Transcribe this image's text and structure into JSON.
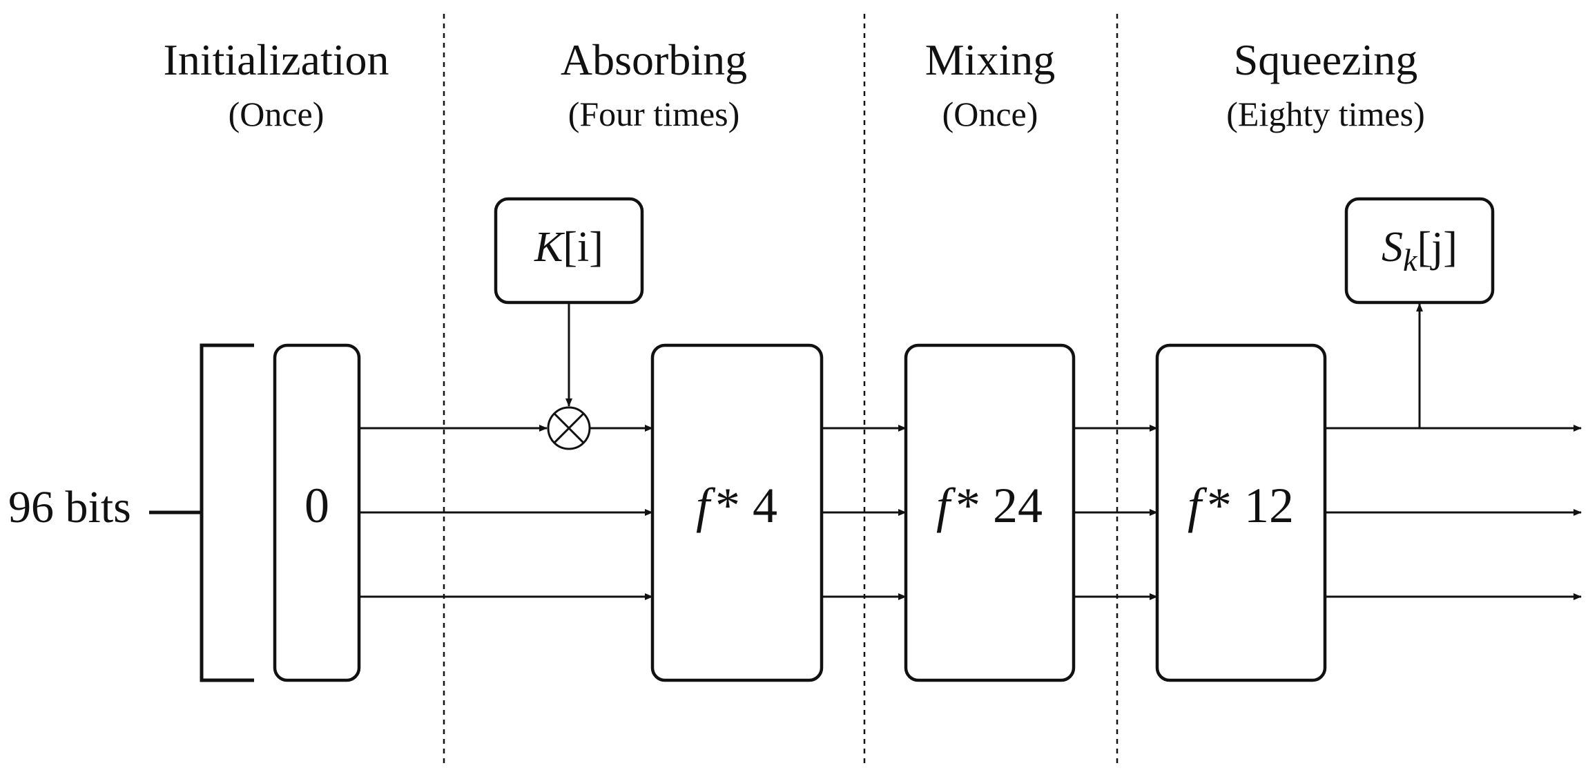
{
  "phases": [
    {
      "title": "Initialization",
      "subtitle": "(Once)"
    },
    {
      "title": "Absorbing",
      "subtitle": "(Four times)"
    },
    {
      "title": "Mixing",
      "subtitle": "(Once)"
    },
    {
      "title": "Squeezing",
      "subtitle": "(Eighty times)"
    }
  ],
  "input": {
    "label": "96 bits"
  },
  "state": {
    "label": "0"
  },
  "key": {
    "symbol": "K",
    "index": "[i]"
  },
  "output": {
    "symbol": "S",
    "subscript": "k",
    "index": "[j]"
  },
  "operator": {
    "symbol": "⊗"
  },
  "rounds": [
    {
      "func": "f",
      "mult": "* 4"
    },
    {
      "func": "f",
      "mult": "* 24"
    },
    {
      "func": "f",
      "mult": "* 12"
    }
  ]
}
